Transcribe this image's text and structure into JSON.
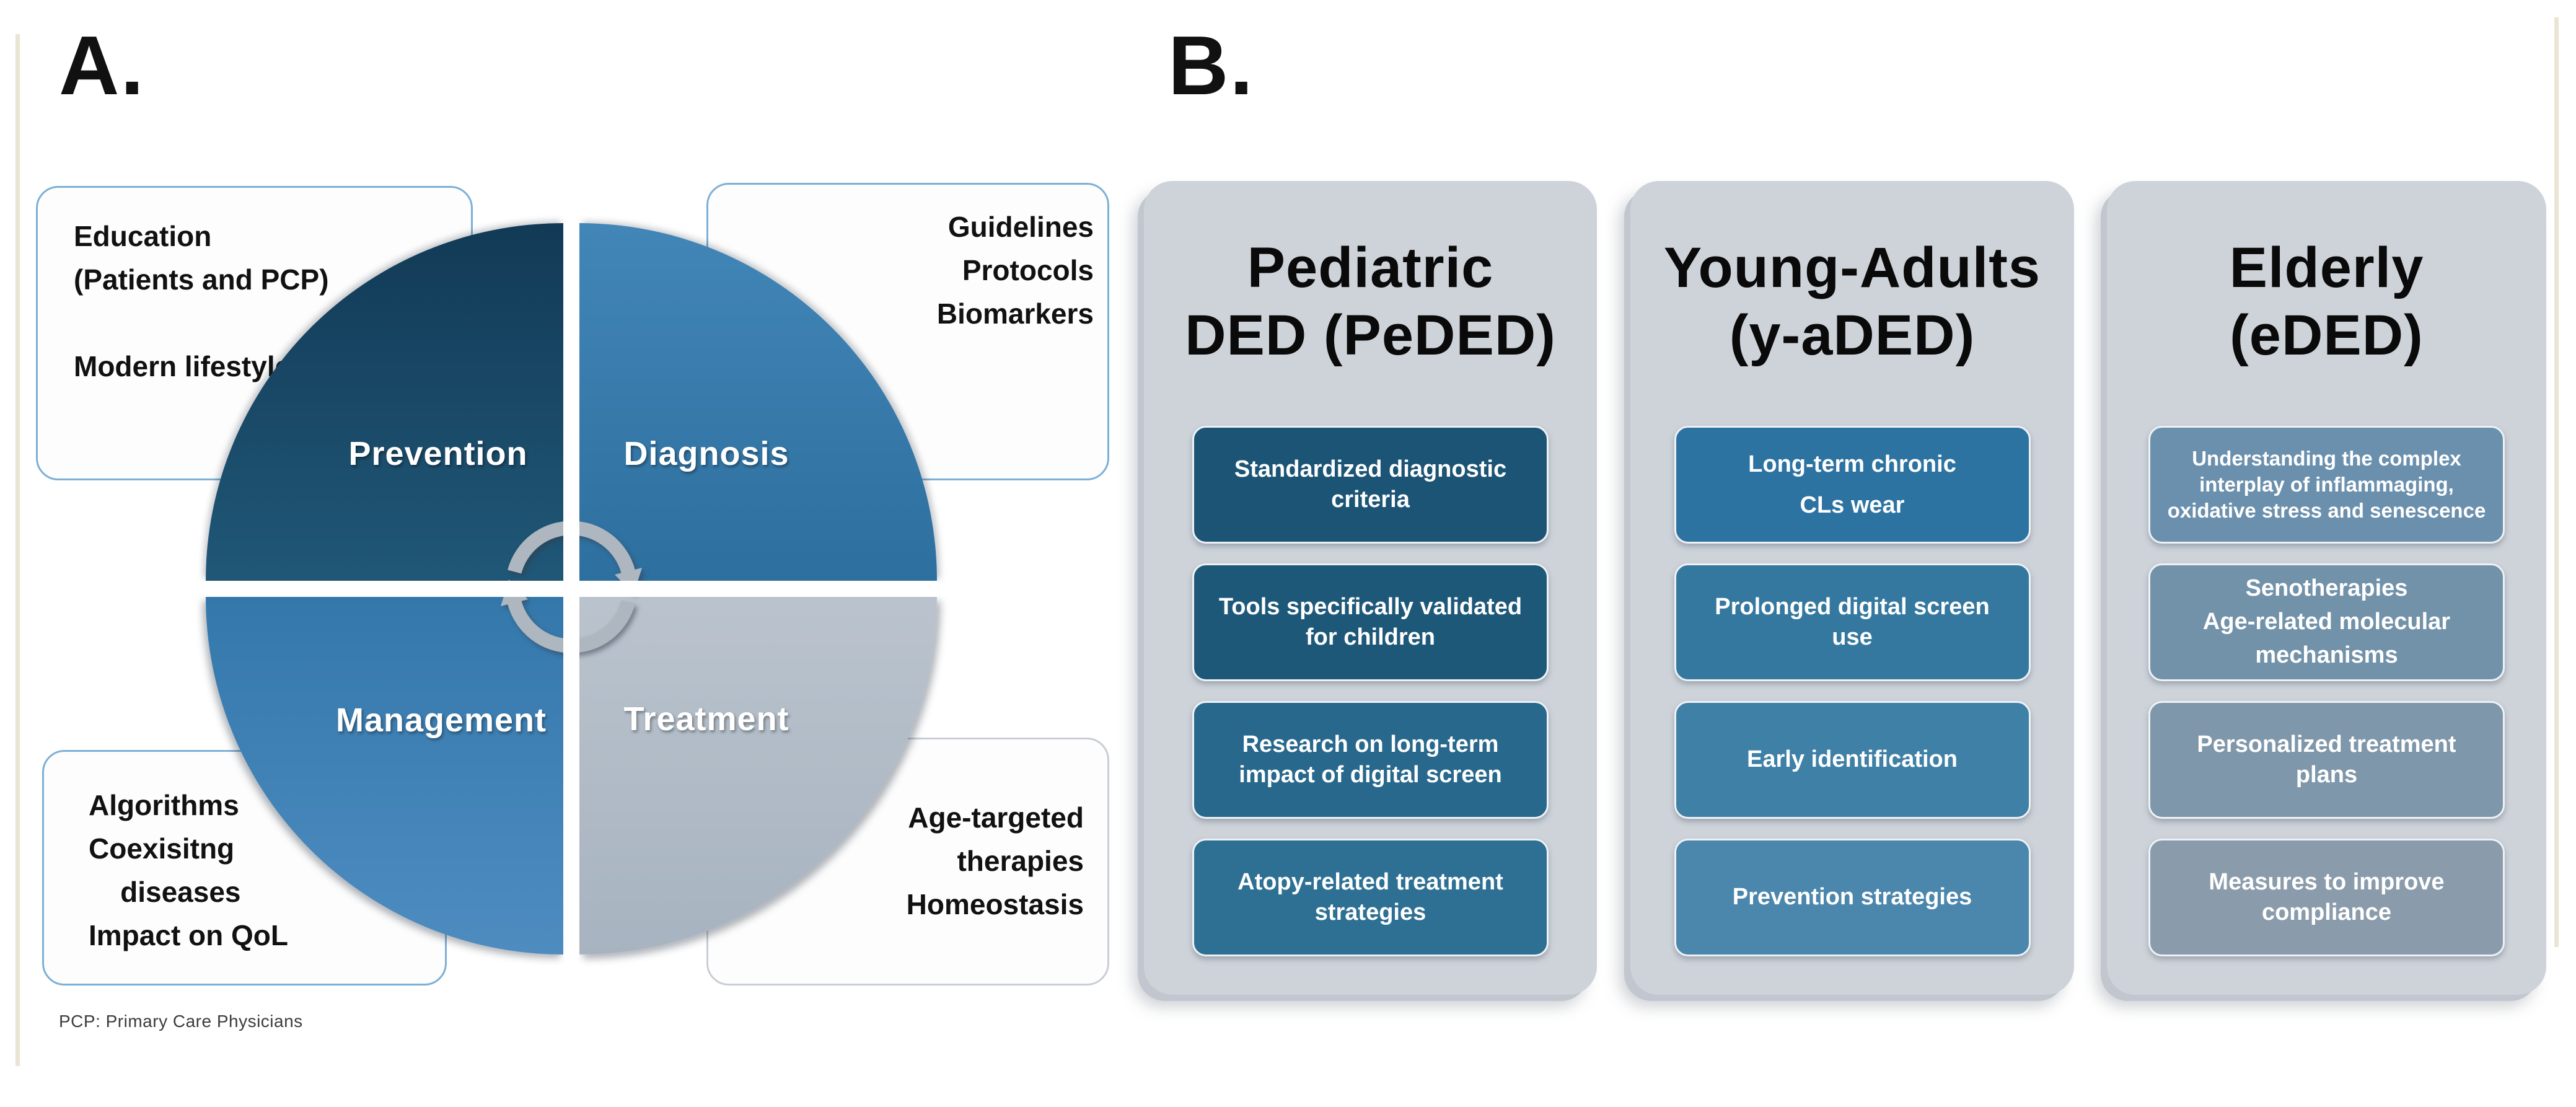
{
  "figure": {
    "background_color": "#ffffff",
    "side_rule_color": "#eae5d2",
    "panel_a": {
      "label": "A.",
      "quadrants": [
        {
          "name": "Prevention",
          "gradient": "linear-gradient(to bottom, #123a56, #205777)"
        },
        {
          "name": "Diagnosis",
          "gradient": "linear-gradient(to bottom, #4286b8, #2d6f9e)"
        },
        {
          "name": "Management",
          "gradient": "linear-gradient(to bottom, #3478ab, #4e8cc0)"
        },
        {
          "name": "Treatment",
          "gradient": "linear-gradient(to bottom, #bac3cd, #a7b3c0)"
        }
      ],
      "callouts": {
        "top_left": "Education\n(Patients and PCP)\n\nModern lifestyle",
        "top_right": "Guidelines\nProtocols\nBiomarkers",
        "bottom_left": "Algorithms\nCoexisitng\n    diseases\nImpact on QoL",
        "bottom_right": "Age-targeted\ntherapies\nHomeostasis"
      },
      "cycle_icon": "clockwise-cycle-arrows",
      "cycle_color": "#aeb6bf",
      "footnote": "PCP: Primary Care Physicians"
    },
    "panel_b": {
      "label": "B.",
      "columns": [
        {
          "title": "Pediatric\nDED (PeDED)",
          "items": [
            {
              "text": "Standardized diagnostic criteria",
              "color": "#1c5475"
            },
            {
              "text": "Tools specifically validated for children",
              "color": "#1e5879"
            },
            {
              "text": "Research on long-term impact of digital screen",
              "color": "#27688c"
            },
            {
              "text": "Atopy-related treatment strategies",
              "color": "#2e7093"
            }
          ]
        },
        {
          "title": "Young-Adults\n(y-aDED)",
          "items": [
            {
              "text": "Long-term chronic\nCLs wear",
              "color": "#2d73a2"
            },
            {
              "text": "Prolonged digital screen use",
              "color": "#35789f"
            },
            {
              "text": "Early identification",
              "color": "#3f80a7"
            },
            {
              "text": "Prevention strategies",
              "color": "#4b86ac"
            }
          ]
        },
        {
          "title": "Elderly\n(eDED)",
          "items": [
            {
              "text": "Understanding the complex interplay of inflammaging, oxidative stress and senescence",
              "color": "#6b90ad"
            },
            {
              "text": "Senotherapies\nAge-related molecular mechanisms",
              "color": "#7292a9"
            },
            {
              "text": "Personalized treatment plans",
              "color": "#7f97aa"
            },
            {
              "text": "Measures to improve compliance",
              "color": "#8a9cab"
            }
          ]
        }
      ]
    }
  }
}
